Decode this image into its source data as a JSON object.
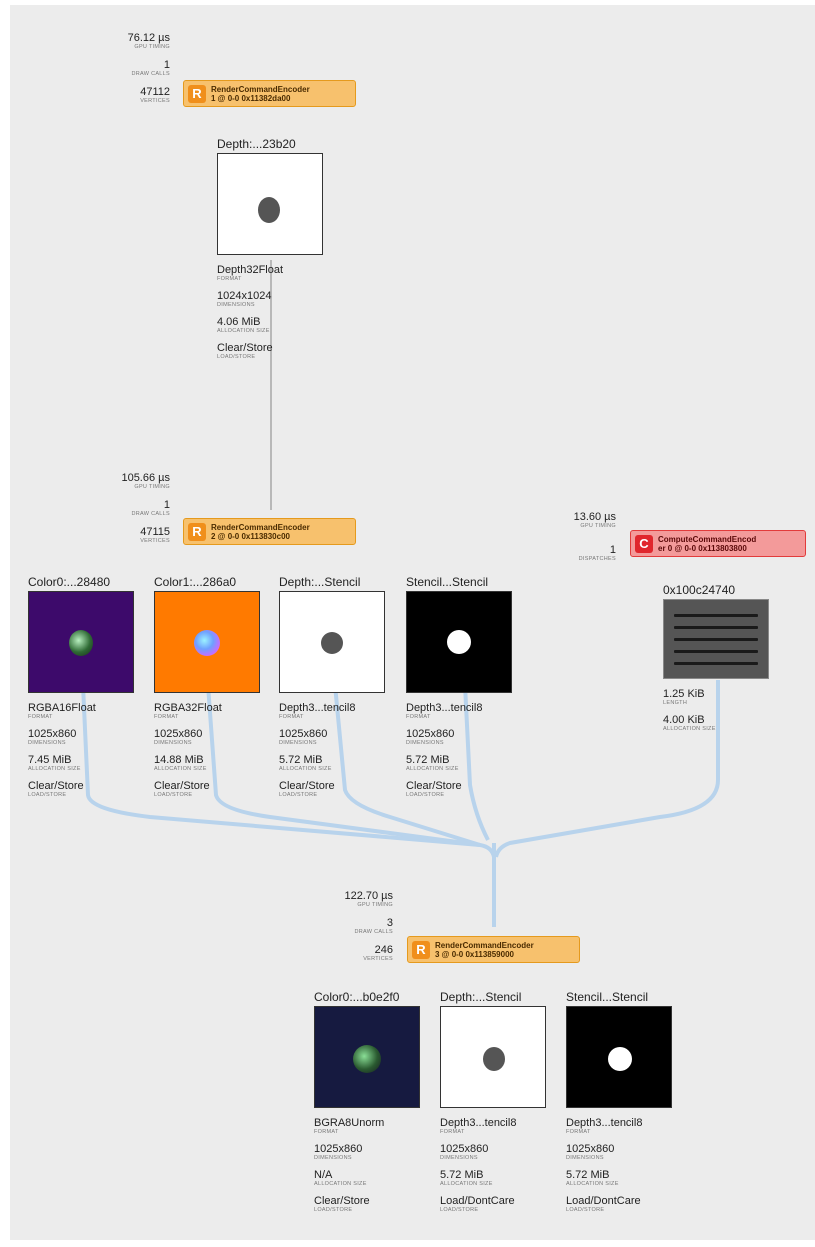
{
  "encoders": [
    {
      "id": "enc1",
      "kind": "R",
      "line1": "RenderCommandEncoder",
      "line2": "1 @ 0-0 0x11382da00",
      "stats": [
        {
          "value": "76.12 µs",
          "label": "GPU TIMING"
        },
        {
          "value": "1",
          "label": "DRAW CALLS"
        },
        {
          "value": "47112",
          "label": "VERTICES"
        }
      ]
    },
    {
      "id": "enc2",
      "kind": "R",
      "line1": "RenderCommandEncoder",
      "line2": "2 @ 0-0 0x113830c00",
      "stats": [
        {
          "value": "105.66 µs",
          "label": "GPU TIMING"
        },
        {
          "value": "1",
          "label": "DRAW CALLS"
        },
        {
          "value": "47115",
          "label": "VERTICES"
        }
      ]
    },
    {
      "id": "enc3",
      "kind": "C",
      "line1": "ComputeCommandEncod",
      "line2": "er 0 @ 0-0 0x113803800",
      "stats": [
        {
          "value": "13.60 µs",
          "label": "GPU TIMING"
        },
        {
          "value": "1",
          "label": "DISPATCHES"
        }
      ]
    },
    {
      "id": "enc4",
      "kind": "R",
      "line1": "RenderCommandEncoder",
      "line2": "3 @ 0-0 0x113859000",
      "stats": [
        {
          "value": "122.70 µs",
          "label": "GPU TIMING"
        },
        {
          "value": "3",
          "label": "DRAW CALLS"
        },
        {
          "value": "246",
          "label": "VERTICES"
        }
      ]
    }
  ],
  "resources": [
    {
      "id": "r1",
      "title": "Depth:...23b20",
      "thumb": "depth",
      "meta": [
        {
          "value": "Depth32Float",
          "label": "FORMAT"
        },
        {
          "value": "1024x1024",
          "label": "DIMENSIONS"
        },
        {
          "value": "4.06 MiB",
          "label": "ALLOCATION SIZE"
        },
        {
          "value": "Clear/Store",
          "label": "LOAD/STORE"
        }
      ]
    },
    {
      "id": "r2",
      "title": "Color0:...28480",
      "thumb": "color-purple",
      "meta": [
        {
          "value": "RGBA16Float",
          "label": "FORMAT"
        },
        {
          "value": "1025x860",
          "label": "DIMENSIONS"
        },
        {
          "value": "7.45 MiB",
          "label": "ALLOCATION SIZE"
        },
        {
          "value": "Clear/Store",
          "label": "LOAD/STORE"
        }
      ]
    },
    {
      "id": "r3",
      "title": "Color1:...286a0",
      "thumb": "color-orange",
      "meta": [
        {
          "value": "RGBA32Float",
          "label": "FORMAT"
        },
        {
          "value": "1025x860",
          "label": "DIMENSIONS"
        },
        {
          "value": "14.88 MiB",
          "label": "ALLOCATION SIZE"
        },
        {
          "value": "Clear/Store",
          "label": "LOAD/STORE"
        }
      ]
    },
    {
      "id": "r4",
      "title": "Depth:...Stencil",
      "thumb": "depth",
      "meta": [
        {
          "value": "Depth3...tencil8",
          "label": "FORMAT"
        },
        {
          "value": "1025x860",
          "label": "DIMENSIONS"
        },
        {
          "value": "5.72 MiB",
          "label": "ALLOCATION SIZE"
        },
        {
          "value": "Clear/Store",
          "label": "LOAD/STORE"
        }
      ]
    },
    {
      "id": "r5",
      "title": "Stencil...Stencil",
      "thumb": "stencil",
      "meta": [
        {
          "value": "Depth3...tencil8",
          "label": "FORMAT"
        },
        {
          "value": "1025x860",
          "label": "DIMENSIONS"
        },
        {
          "value": "5.72 MiB",
          "label": "ALLOCATION SIZE"
        },
        {
          "value": "Clear/Store",
          "label": "LOAD/STORE"
        }
      ]
    },
    {
      "id": "r6",
      "title": "0x100c24740",
      "thumb": "buffer",
      "meta": [
        {
          "value": "1.25 KiB",
          "label": "LENGTH"
        },
        {
          "value": "4.00 KiB",
          "label": "ALLOCATION SIZE"
        }
      ]
    },
    {
      "id": "r7",
      "title": "Color0:...b0e2f0",
      "thumb": "color-navy",
      "meta": [
        {
          "value": "BGRA8Unorm",
          "label": "FORMAT"
        },
        {
          "value": "1025x860",
          "label": "DIMENSIONS"
        },
        {
          "value": "N/A",
          "label": "ALLOCATION SIZE"
        },
        {
          "value": "Clear/Store",
          "label": "LOAD/STORE"
        }
      ]
    },
    {
      "id": "r8",
      "title": "Depth:...Stencil",
      "thumb": "depth",
      "meta": [
        {
          "value": "Depth3...tencil8",
          "label": "FORMAT"
        },
        {
          "value": "1025x860",
          "label": "DIMENSIONS"
        },
        {
          "value": "5.72 MiB",
          "label": "ALLOCATION SIZE"
        },
        {
          "value": "Load/DontCare",
          "label": "LOAD/STORE"
        }
      ]
    },
    {
      "id": "r9",
      "title": "Stencil...Stencil",
      "thumb": "stencil",
      "meta": [
        {
          "value": "Depth3...tencil8",
          "label": "FORMAT"
        },
        {
          "value": "1025x860",
          "label": "DIMENSIONS"
        },
        {
          "value": "5.72 MiB",
          "label": "ALLOCATION SIZE"
        },
        {
          "value": "Load/DontCare",
          "label": "LOAD/STORE"
        }
      ]
    }
  ],
  "colors": {
    "canvas": "#ececec",
    "wire": "#b8d3ec",
    "wire_gray": "#a6a6a6",
    "render_fill": "#f7c16d",
    "compute_fill": "#f39a9a"
  }
}
